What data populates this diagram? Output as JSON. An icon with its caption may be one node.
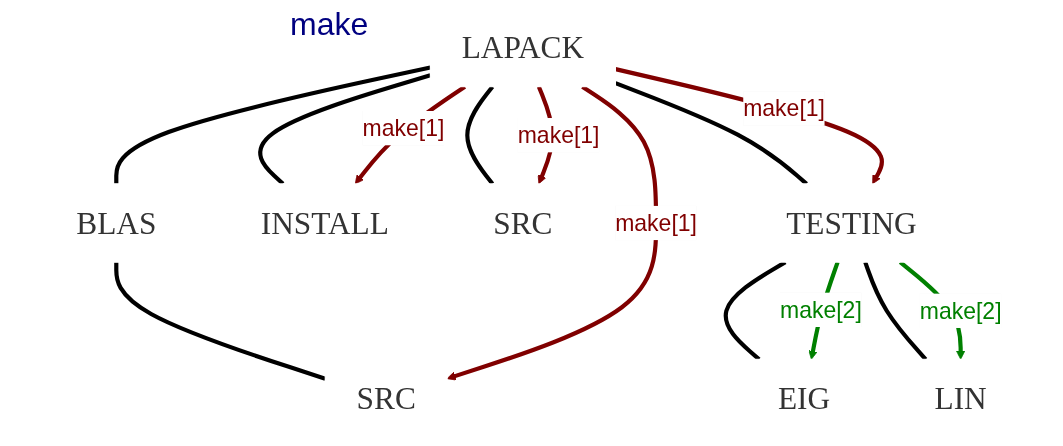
{
  "diagram": {
    "nodes": [
      {
        "text": [
          "LAPACK"
        ]
      },
      {
        "text": [
          "BLAS"
        ]
      },
      {
        "text": [
          "INSTALL"
        ]
      },
      {
        "text": [
          "SRC"
        ]
      },
      {
        "text": [
          "TESTING"
        ]
      },
      {
        "text": [
          "SRC"
        ]
      },
      {
        "text": [
          "EIG"
        ]
      },
      {
        "text": [
          "LIN"
        ]
      }
    ],
    "edges": [
      {
        "from": 0,
        "to": 1,
        "arrow": "none"
      },
      {
        "from": 0,
        "to": 2,
        "arrow": "none"
      },
      {
        "from": 0,
        "to": 3,
        "arrow": "none"
      },
      {
        "from": 0,
        "to": 4,
        "arrow": "none"
      },
      {
        "from": 1,
        "to": 5,
        "arrow": "none"
      },
      {
        "from": 4,
        "to": 6,
        "arrow": "none"
      },
      {
        "from": 4,
        "to": 7,
        "arrow": "none"
      },
      {
        "from": 0,
        "to": 5,
        "arrow": "to",
        "label": "make[1]",
        "color": "#800000"
      },
      {
        "from": 0,
        "to": 2,
        "arrow": "to",
        "label": "make[1]",
        "color": "#800000"
      },
      {
        "from": 0,
        "to": 3,
        "arrow": "to",
        "label": "make[1]",
        "color": "#800000"
      },
      {
        "from": 0,
        "to": 4,
        "arrow": "to",
        "label": "make[1]",
        "color": "#800000"
      },
      {
        "from": 4,
        "to": 6,
        "arrow": "to",
        "label": "make[2]",
        "color": "#008000"
      },
      {
        "from": 4,
        "to": 7,
        "arrow": "to",
        "label": "make[2]",
        "color": "#008000"
      }
    ],
    "labels": [
      "make"
    ]
  }
}
